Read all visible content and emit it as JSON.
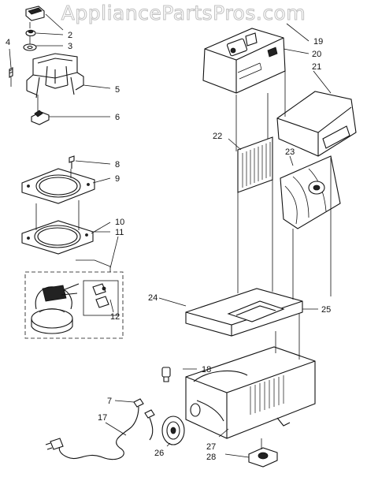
{
  "watermark": "AppliancePartsPros.com",
  "callouts": [
    "2",
    "3",
    "4",
    "5",
    "6",
    "8",
    "9",
    "10",
    "11",
    "12",
    "7",
    "17",
    "18",
    "19",
    "20",
    "21",
    "22",
    "23",
    "24",
    "25",
    "26",
    "27",
    "28"
  ]
}
